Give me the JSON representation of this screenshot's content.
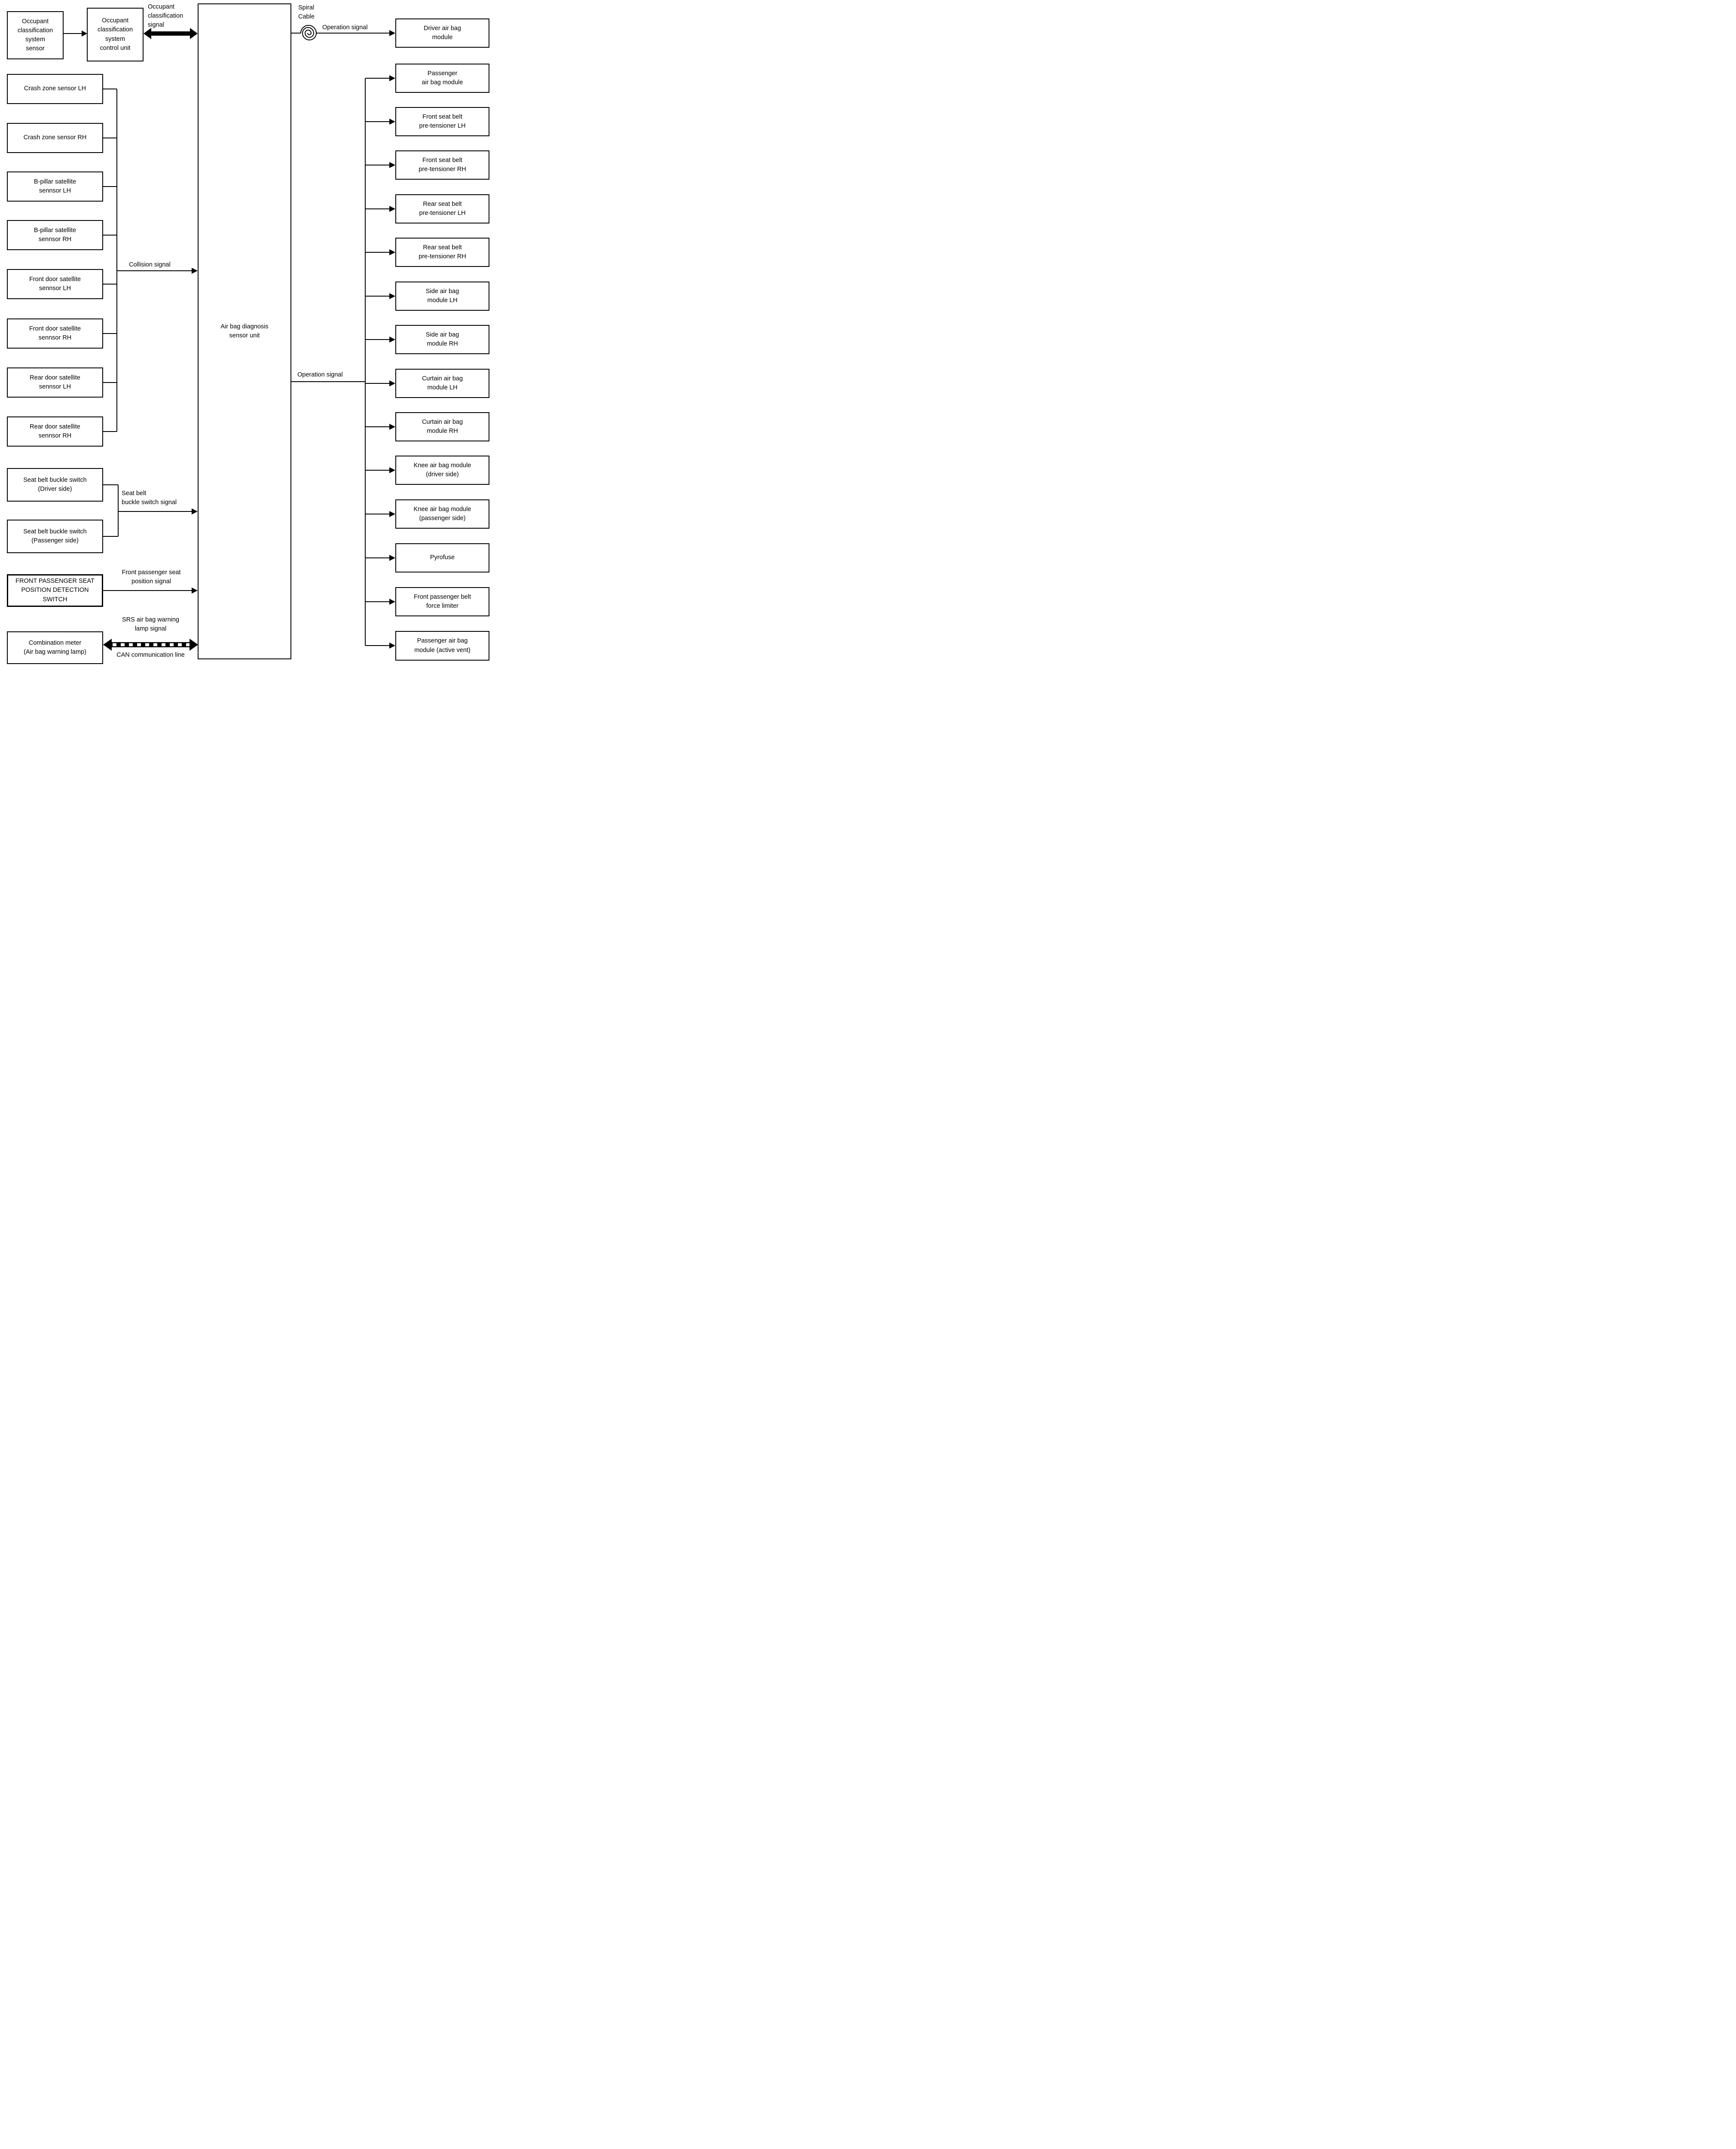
{
  "colors": {
    "background": "#ffffff",
    "line": "#000000",
    "box_fill": "#ffffff",
    "text": "#000000"
  },
  "icons": {
    "spiral_cable": "spiral-cable-icon"
  },
  "top": {
    "sensor_box": "Occupant\nclassification\nsystem\nsensor",
    "control_box": "Occupant\nclassification\nsystem\ncontrol unit",
    "signal_label": "Occupant\nclassification\nsignal"
  },
  "center": {
    "label": "Air bag diagnosis\nsensor unit"
  },
  "left": {
    "sensors": [
      "Crash zone sensor LH",
      "Crash zone sensor RH",
      "B-pillar satellite\nsennsor LH",
      "B-pillar satellite\nsennsor RH",
      "Front door satellite\nsennsor LH",
      "Front door satellite\nsennsor RH",
      "Rear door satellite\nsennsor LH",
      "Rear door satellite\nsennsor RH"
    ],
    "collision_label": "Collision signal",
    "buckles": [
      "Seat belt buckle switch\n(Driver side)",
      "Seat belt buckle switch\n(Passenger side)"
    ],
    "buckle_signal_label": "Seat belt\nbuckle switch signal",
    "seat_position_box": "FRONT PASSENGER SEAT\nPOSITION DETECTION\nSWITCH",
    "seat_position_signal_label": "Front passenger seat\nposition signal",
    "combination_meter_box": "Combination meter\n(Air bag warning lamp)",
    "srs_signal_label": "SRS air bag warning\nlamp signal",
    "can_line_label": "CAN communication line"
  },
  "right": {
    "spiral_cable_label": "Spiral\nCable",
    "operation_signal_top_label": "Operation signal",
    "operation_signal_mid_label": "Operation signal",
    "modules": [
      "Driver air bag\nmodule",
      "Passenger\nair bag module",
      "Front seat belt\npre-tensioner LH",
      "Front seat belt\npre-tensioner RH",
      "Rear seat belt\npre-tensioner LH",
      "Rear seat belt\npre-tensioner RH",
      "Side air bag\nmodule LH",
      "Side air bag\nmodule RH",
      "Curtain air bag\nmodule LH",
      "Curtain air bag\nmodule RH",
      "Knee air bag module\n(driver side)",
      "Knee air bag module\n(passenger side)",
      "Pyrofuse",
      "Front passenger belt\nforce limiter",
      "Passenger air bag\nmodule (active vent)"
    ]
  }
}
